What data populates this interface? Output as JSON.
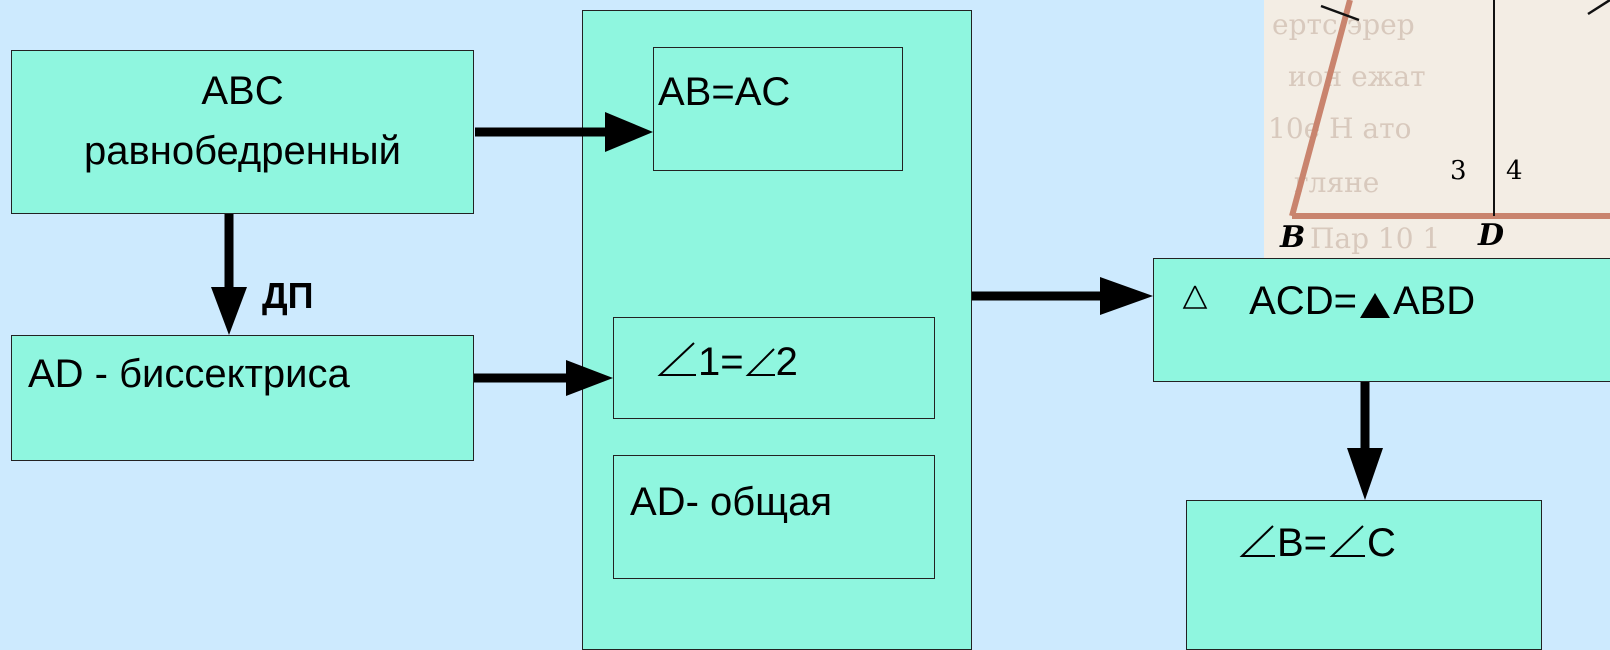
{
  "boxes": {
    "abc_line1": "ABC",
    "abc_line2": "равнобедренный",
    "ad_bisector": "AD - биссектриса",
    "ab_eq_ac": "AB=AC",
    "angle_1_eq_2": "1=",
    "angle_1_eq_2_end": "2",
    "ad_common": "AD- общая",
    "triangles_equal_a": "ACD=",
    "triangles_equal_b": "ABD",
    "angle_b_eq_c_b": "B=",
    "angle_b_eq_c_c": "C"
  },
  "arrow_label": "ДП",
  "figure": {
    "label_b": "B",
    "label_d": "D",
    "angle_3": "3",
    "angle_4": "4"
  },
  "colors": {
    "background": "#cdeafe",
    "box_fill": "#8ff6df",
    "triangle_stroke": "#c9846e"
  }
}
